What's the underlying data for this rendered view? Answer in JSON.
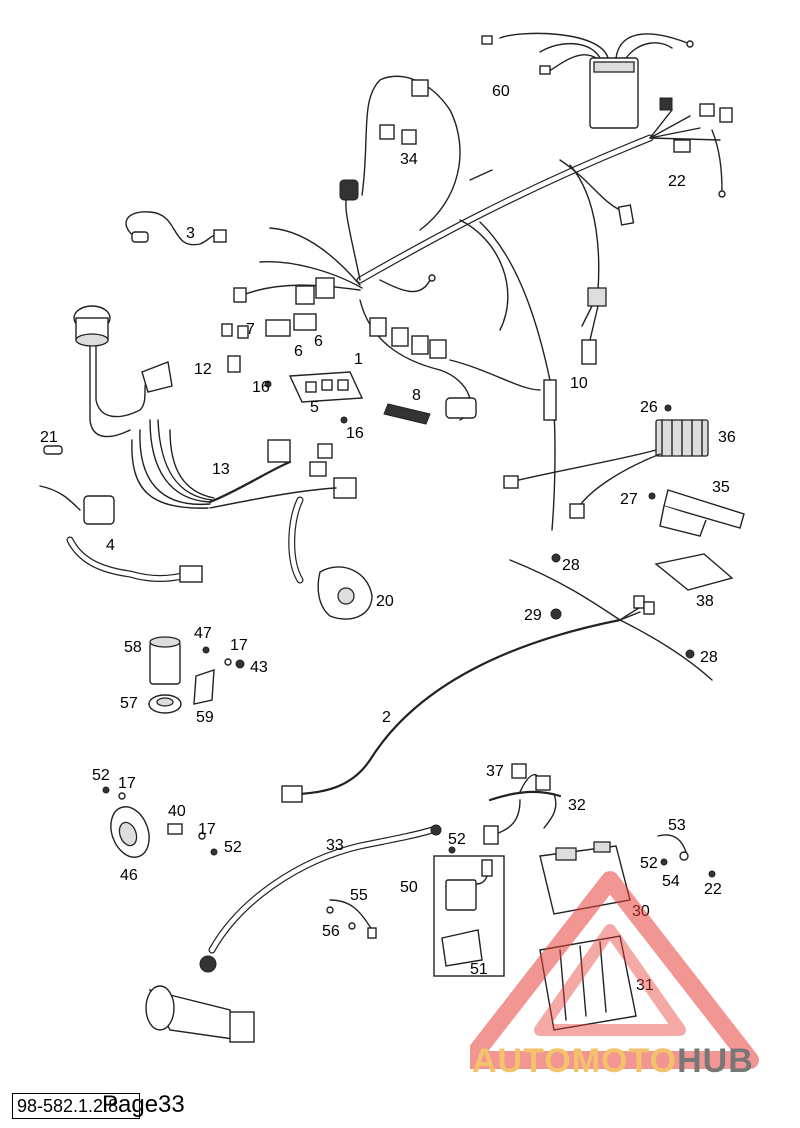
{
  "callouts": [
    "60",
    "34",
    "22",
    "3",
    "7",
    "6",
    "6",
    "1",
    "12",
    "16",
    "10",
    "5",
    "8",
    "16",
    "26",
    "36",
    "21",
    "13",
    "35",
    "27",
    "4",
    "20",
    "28",
    "38",
    "29",
    "28",
    "58",
    "47",
    "17",
    "43",
    "57",
    "59",
    "2",
    "52",
    "17",
    "37",
    "32",
    "40",
    "17",
    "52",
    "46",
    "33",
    "52",
    "53",
    "52",
    "54",
    "22",
    "50",
    "55",
    "30",
    "56",
    "51",
    "31"
  ],
  "watermark": {
    "part1": "AUTO",
    "part2": "MOTO",
    "part3": "HUB"
  },
  "footer": {
    "code": "98-582.1.2.8",
    "page": "Page33"
  },
  "colors": {
    "ink": "#222222",
    "watermark_red": "#e8403c",
    "watermark_orange": "#f3c26a",
    "watermark_grey": "#777777"
  }
}
